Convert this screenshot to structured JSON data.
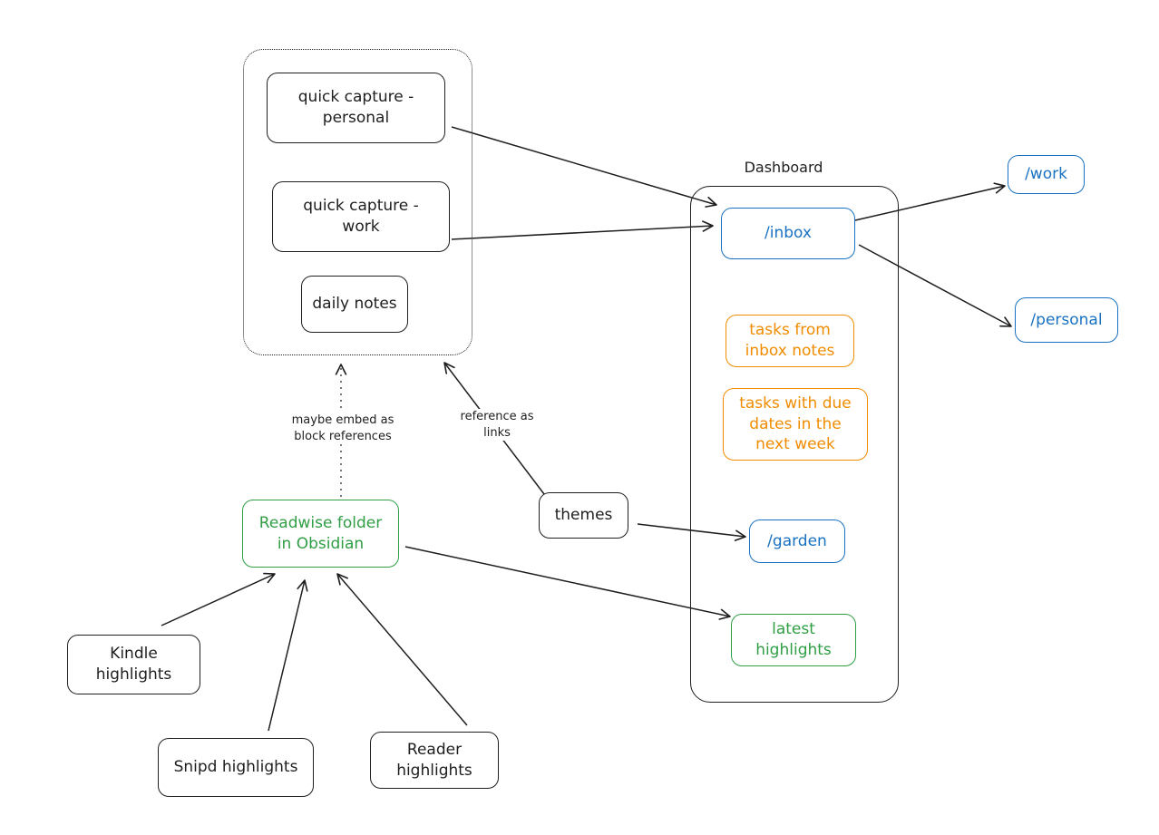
{
  "colors": {
    "ink": "#1e1e1e",
    "blue": "#1971c2",
    "orange": "#f08c00",
    "green": "#2f9e44"
  },
  "dashboard": {
    "title": "Dashboard"
  },
  "nodes": {
    "quick_capture_personal": "quick capture -\npersonal",
    "quick_capture_work": "quick capture -\nwork",
    "daily_notes": "daily notes",
    "readwise_folder": "Readwise folder\nin Obsidian",
    "themes": "themes",
    "kindle_highlights": "Kindle\nhighlights",
    "snipd_highlights": "Snipd highlights",
    "reader_highlights": "Reader\nhighlights",
    "inbox": "/inbox",
    "tasks_inbox": "tasks from\ninbox notes",
    "tasks_due": "tasks with due\ndates in the\nnext week",
    "garden": "/garden",
    "latest_highlights": "latest\nhighlights",
    "work": "/work",
    "personal": "/personal"
  },
  "edge_labels": {
    "maybe_embed": "maybe embed as\nblock references",
    "reference_links": "reference as\nlinks"
  }
}
